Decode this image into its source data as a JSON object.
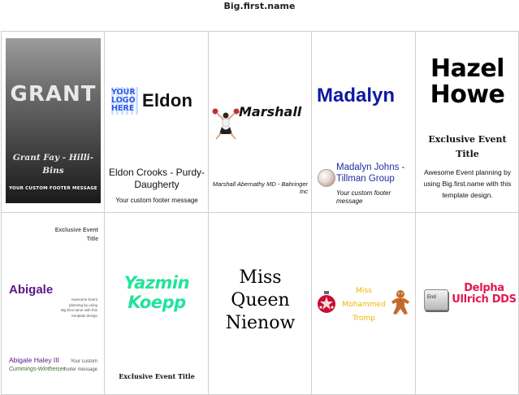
{
  "page": {
    "title": "Big.first.name"
  },
  "cards": [
    {
      "name": "GRANT",
      "full_name": "Grant Fay - Hilli-Bins",
      "footer": "YOUR CUSTOM FOOTER MESSAGE"
    },
    {
      "logo_text": "YOUR LOGO HERE",
      "name": "Eldon",
      "full_name": "Eldon Crooks - Purdy-Daugherty",
      "footer": "Your custom footer message"
    },
    {
      "name": "Marshall",
      "full_name": "Marshall Abernathy MD - Bahringer Inc"
    },
    {
      "name": "Madalyn",
      "full_name": "Madalyn Johns - Tillman Group",
      "footer": "Your custom footer message"
    },
    {
      "name": "Hazel Howe",
      "event_title": "Exclusive Event Title",
      "description": "Awesome Event planning by using Big.first.name with this template design."
    },
    {
      "event_title": "Exclusive Event Title",
      "name": "Abigale",
      "description": "Awesome Event planning by using Big.first.name with this template design",
      "full_name": "Abigale Haley III",
      "company": "Cummings-Wintheiser",
      "footer": "Your custom footer message"
    },
    {
      "name": "Yazmin Koepp",
      "event_title": "Exclusive Event Title"
    },
    {
      "name": "Miss Queen Nienow"
    },
    {
      "name": "Miss Mohammed Tromp"
    },
    {
      "key_label": "End",
      "name": "Delpha Ullrich DDS"
    }
  ],
  "colors": {
    "madalyn": "#0d1a9e",
    "abigale": "#5a1888",
    "yazmin": "#22e39b",
    "mohammed": "#f0b400",
    "delpha": "#e3184f"
  }
}
